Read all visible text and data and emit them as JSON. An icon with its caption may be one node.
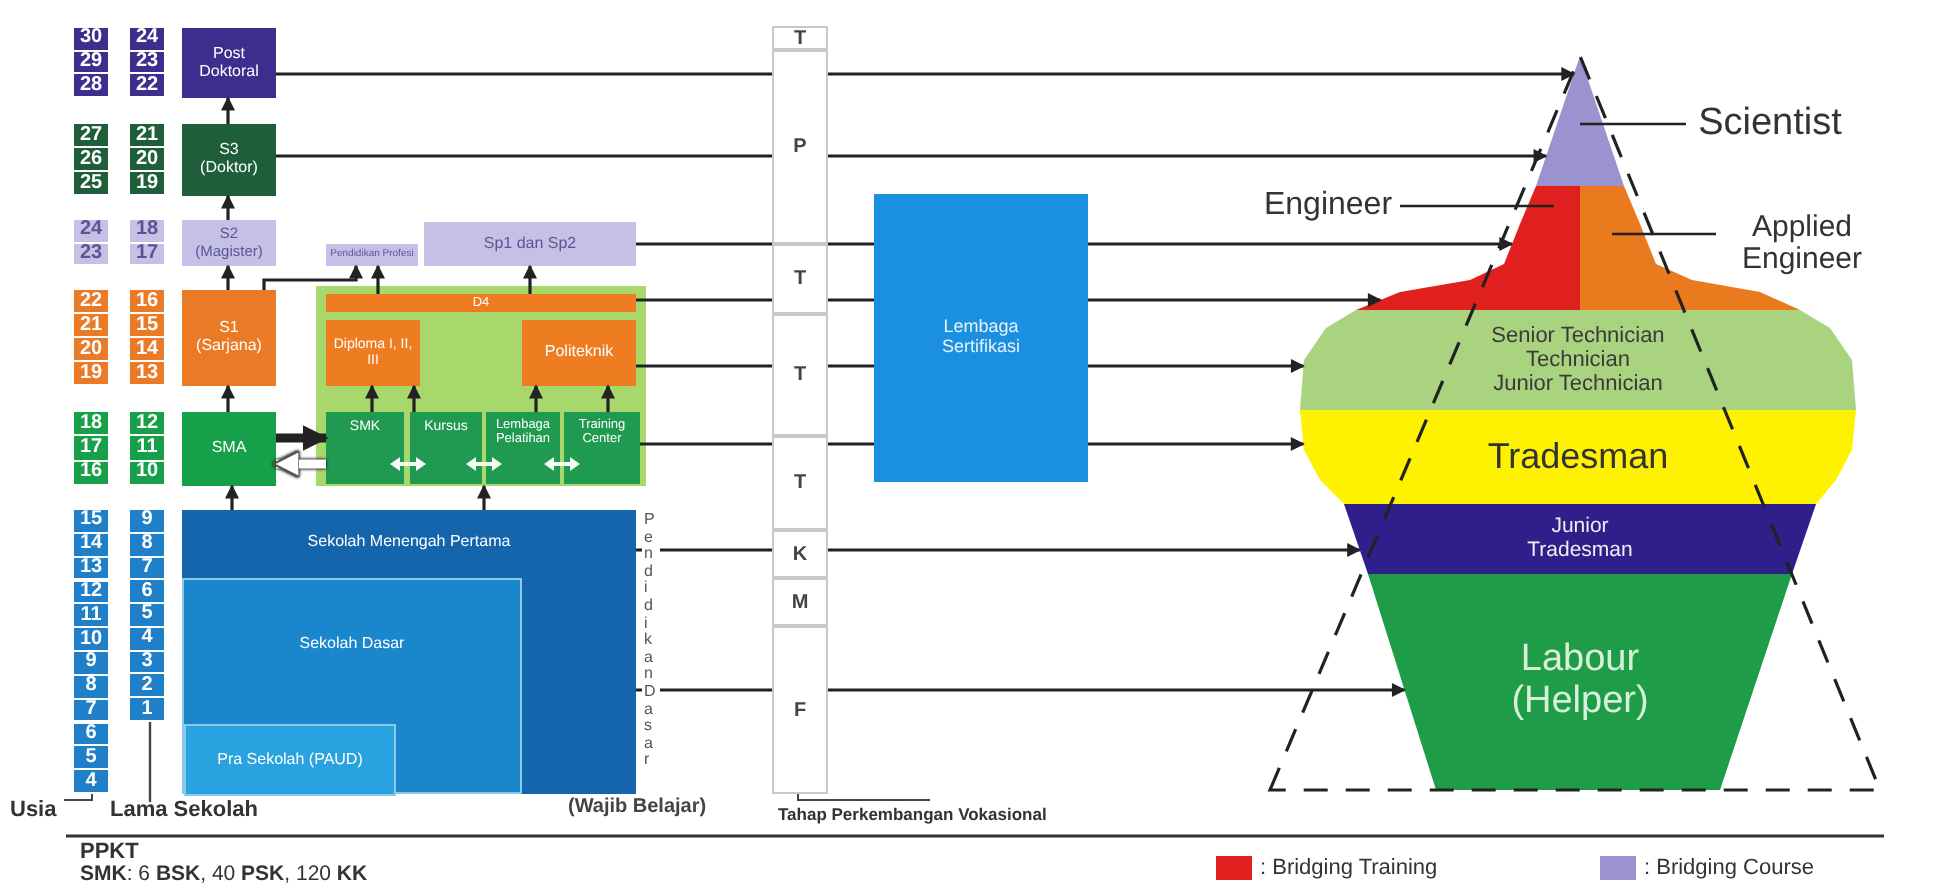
{
  "diagram": {
    "nodes": [
      {
        "text": [
          "Post Doktoral"
        ]
      },
      {
        "text": [
          "S3 (Doktor)"
        ]
      },
      {
        "text": [
          "S2 (Magister)"
        ]
      },
      {
        "text": [
          "S1 (Sarjana)"
        ]
      },
      {
        "text": [
          "SMA"
        ]
      },
      {
        "text": [
          "Pendidikan Profesi"
        ]
      },
      {
        "text": [
          "Sp1 dan Sp2"
        ]
      },
      {
        "text": [],
        "shape": "box"
      },
      {
        "text": [
          "D4"
        ],
        "in": 7
      },
      {
        "text": [
          "Diploma I, II, III"
        ],
        "in": 7
      },
      {
        "text": [
          "Politeknik"
        ],
        "in": 7
      },
      {
        "text": [
          "SMK"
        ],
        "in": 7
      },
      {
        "text": [
          "Kursus"
        ],
        "in": 7
      },
      {
        "text": [
          "Lembaga Pelatihan"
        ],
        "in": 7
      },
      {
        "text": [
          "Training Center"
        ],
        "in": 7
      },
      {
        "text": [
          "Sekolah Menengah Pertama"
        ]
      },
      {
        "text": [
          "Sekolah Dasar"
        ],
        "in": 15
      },
      {
        "text": [
          "Pra Sekolah (PAUD)"
        ],
        "in": 16
      },
      {
        "text": [
          "Lembaga Sertifikasi"
        ]
      },
      {
        "text": [
          "T"
        ]
      },
      {
        "text": [
          "P"
        ]
      },
      {
        "text": [
          "T"
        ]
      },
      {
        "text": [
          "T"
        ]
      },
      {
        "text": [
          "T"
        ]
      },
      {
        "text": [
          "K"
        ]
      },
      {
        "text": [
          "M"
        ]
      },
      {
        "text": [
          "F"
        ]
      },
      {
        "text": [],
        "shape": "triangle"
      },
      {
        "text": [],
        "shape": "box"
      },
      {
        "text": [],
        "shape": "box"
      },
      {
        "text": [
          "Senior Technician",
          "Technician",
          "Junior Technician"
        ]
      },
      {
        "text": [
          "Tradesman"
        ]
      },
      {
        "text": [
          "Junior Tradesman"
        ]
      },
      {
        "text": [
          "Labour (Helper)"
        ]
      },
      {
        "text": [
          "Scientist"
        ]
      },
      {
        "text": [
          "Engineer"
        ]
      },
      {
        "text": [
          "Applied Engineer"
        ]
      }
    ],
    "edges": [
      {
        "from": 0,
        "to": 20,
        "arrow": "none"
      },
      {
        "from": 20,
        "to": 27,
        "arrow": "to"
      },
      {
        "from": 1,
        "to": 20,
        "arrow": "none"
      },
      {
        "from": 20,
        "to": 27,
        "arrow": "to"
      },
      {
        "from": 6,
        "to": 21,
        "arrow": "none"
      },
      {
        "from": 21,
        "to": 18,
        "arrow": "none"
      },
      {
        "from": 18,
        "to": 28,
        "arrow": "to"
      },
      {
        "from": 8,
        "to": 21,
        "arrow": "none"
      },
      {
        "from": 21,
        "to": 18,
        "arrow": "none"
      },
      {
        "from": 18,
        "to": 28,
        "arrow": "to"
      },
      {
        "from": 10,
        "to": 22,
        "arrow": "none"
      },
      {
        "from": 22,
        "to": 18,
        "arrow": "none"
      },
      {
        "from": 18,
        "to": 30,
        "arrow": "to"
      },
      {
        "from": 14,
        "to": 23,
        "arrow": "none"
      },
      {
        "from": 23,
        "to": 18,
        "arrow": "none"
      },
      {
        "from": 18,
        "to": 31,
        "arrow": "to"
      },
      {
        "from": 15,
        "to": 24,
        "arrow": "none"
      },
      {
        "from": 24,
        "to": 32,
        "arrow": "to"
      },
      {
        "from": 15,
        "to": 26,
        "arrow": "none"
      },
      {
        "from": 26,
        "to": 33,
        "arrow": "to"
      },
      {
        "from": 4,
        "to": 3,
        "arrow": "to"
      },
      {
        "from": 3,
        "to": 2,
        "arrow": "to"
      },
      {
        "from": 2,
        "to": 1,
        "arrow": "to"
      },
      {
        "from": 1,
        "to": 0,
        "arrow": "to"
      },
      {
        "from": 3,
        "to": 5,
        "arrow": "to"
      },
      {
        "from": 8,
        "to": 5,
        "arrow": "to"
      },
      {
        "from": 8,
        "to": 6,
        "arrow": "to"
      },
      {
        "from": 11,
        "to": 9,
        "arrow": "to"
      },
      {
        "from": 12,
        "to": 9,
        "arrow": "to"
      },
      {
        "from": 13,
        "to": 10,
        "arrow": "to"
      },
      {
        "from": 14,
        "to": 10,
        "arrow": "to"
      },
      {
        "from": 4,
        "to": 11,
        "arrow": "to",
        "style": "thick"
      },
      {
        "from": 11,
        "to": 4,
        "arrow": "to",
        "style": "thick",
        "color": "#ffffff"
      },
      {
        "from": 15,
        "to": 4,
        "arrow": "to"
      },
      {
        "from": 15,
        "to": 7,
        "arrow": "to"
      },
      {
        "from": 34,
        "to": 27,
        "arrow": "none"
      },
      {
        "from": 35,
        "to": 28,
        "arrow": "none"
      },
      {
        "from": 36,
        "to": 29,
        "arrow": "none"
      }
    ],
    "labels": [
      "30",
      "29",
      "28",
      "27",
      "26",
      "25",
      "24",
      "23",
      "22",
      "21",
      "20",
      "19",
      "18",
      "17",
      "16",
      "15",
      "14",
      "13",
      "12",
      "11",
      "10",
      "9",
      "8",
      "7",
      "6",
      "5",
      "4",
      "24",
      "23",
      "22",
      "21",
      "20",
      "19",
      "18",
      "17",
      "16",
      "15",
      "14",
      "13",
      "12",
      "11",
      "10",
      "9",
      "8",
      "7",
      "6",
      "5",
      "4",
      "3",
      "2",
      "1",
      "Usia",
      "Lama Sekolah",
      "Pendidikan Dasar",
      "(Wajib Belajar)",
      "Tahap Perkembangan Vokasional",
      "PPKT",
      "**SMK**: 6 **BSK**, 40 **PSK**, 120 **KK**"
    ],
    "legend": [
      {
        "text": ": Bridging Training",
        "color": "#e0201f"
      },
      {
        "text": ": Bridging Course",
        "color": "#9b93d0"
      }
    ]
  }
}
